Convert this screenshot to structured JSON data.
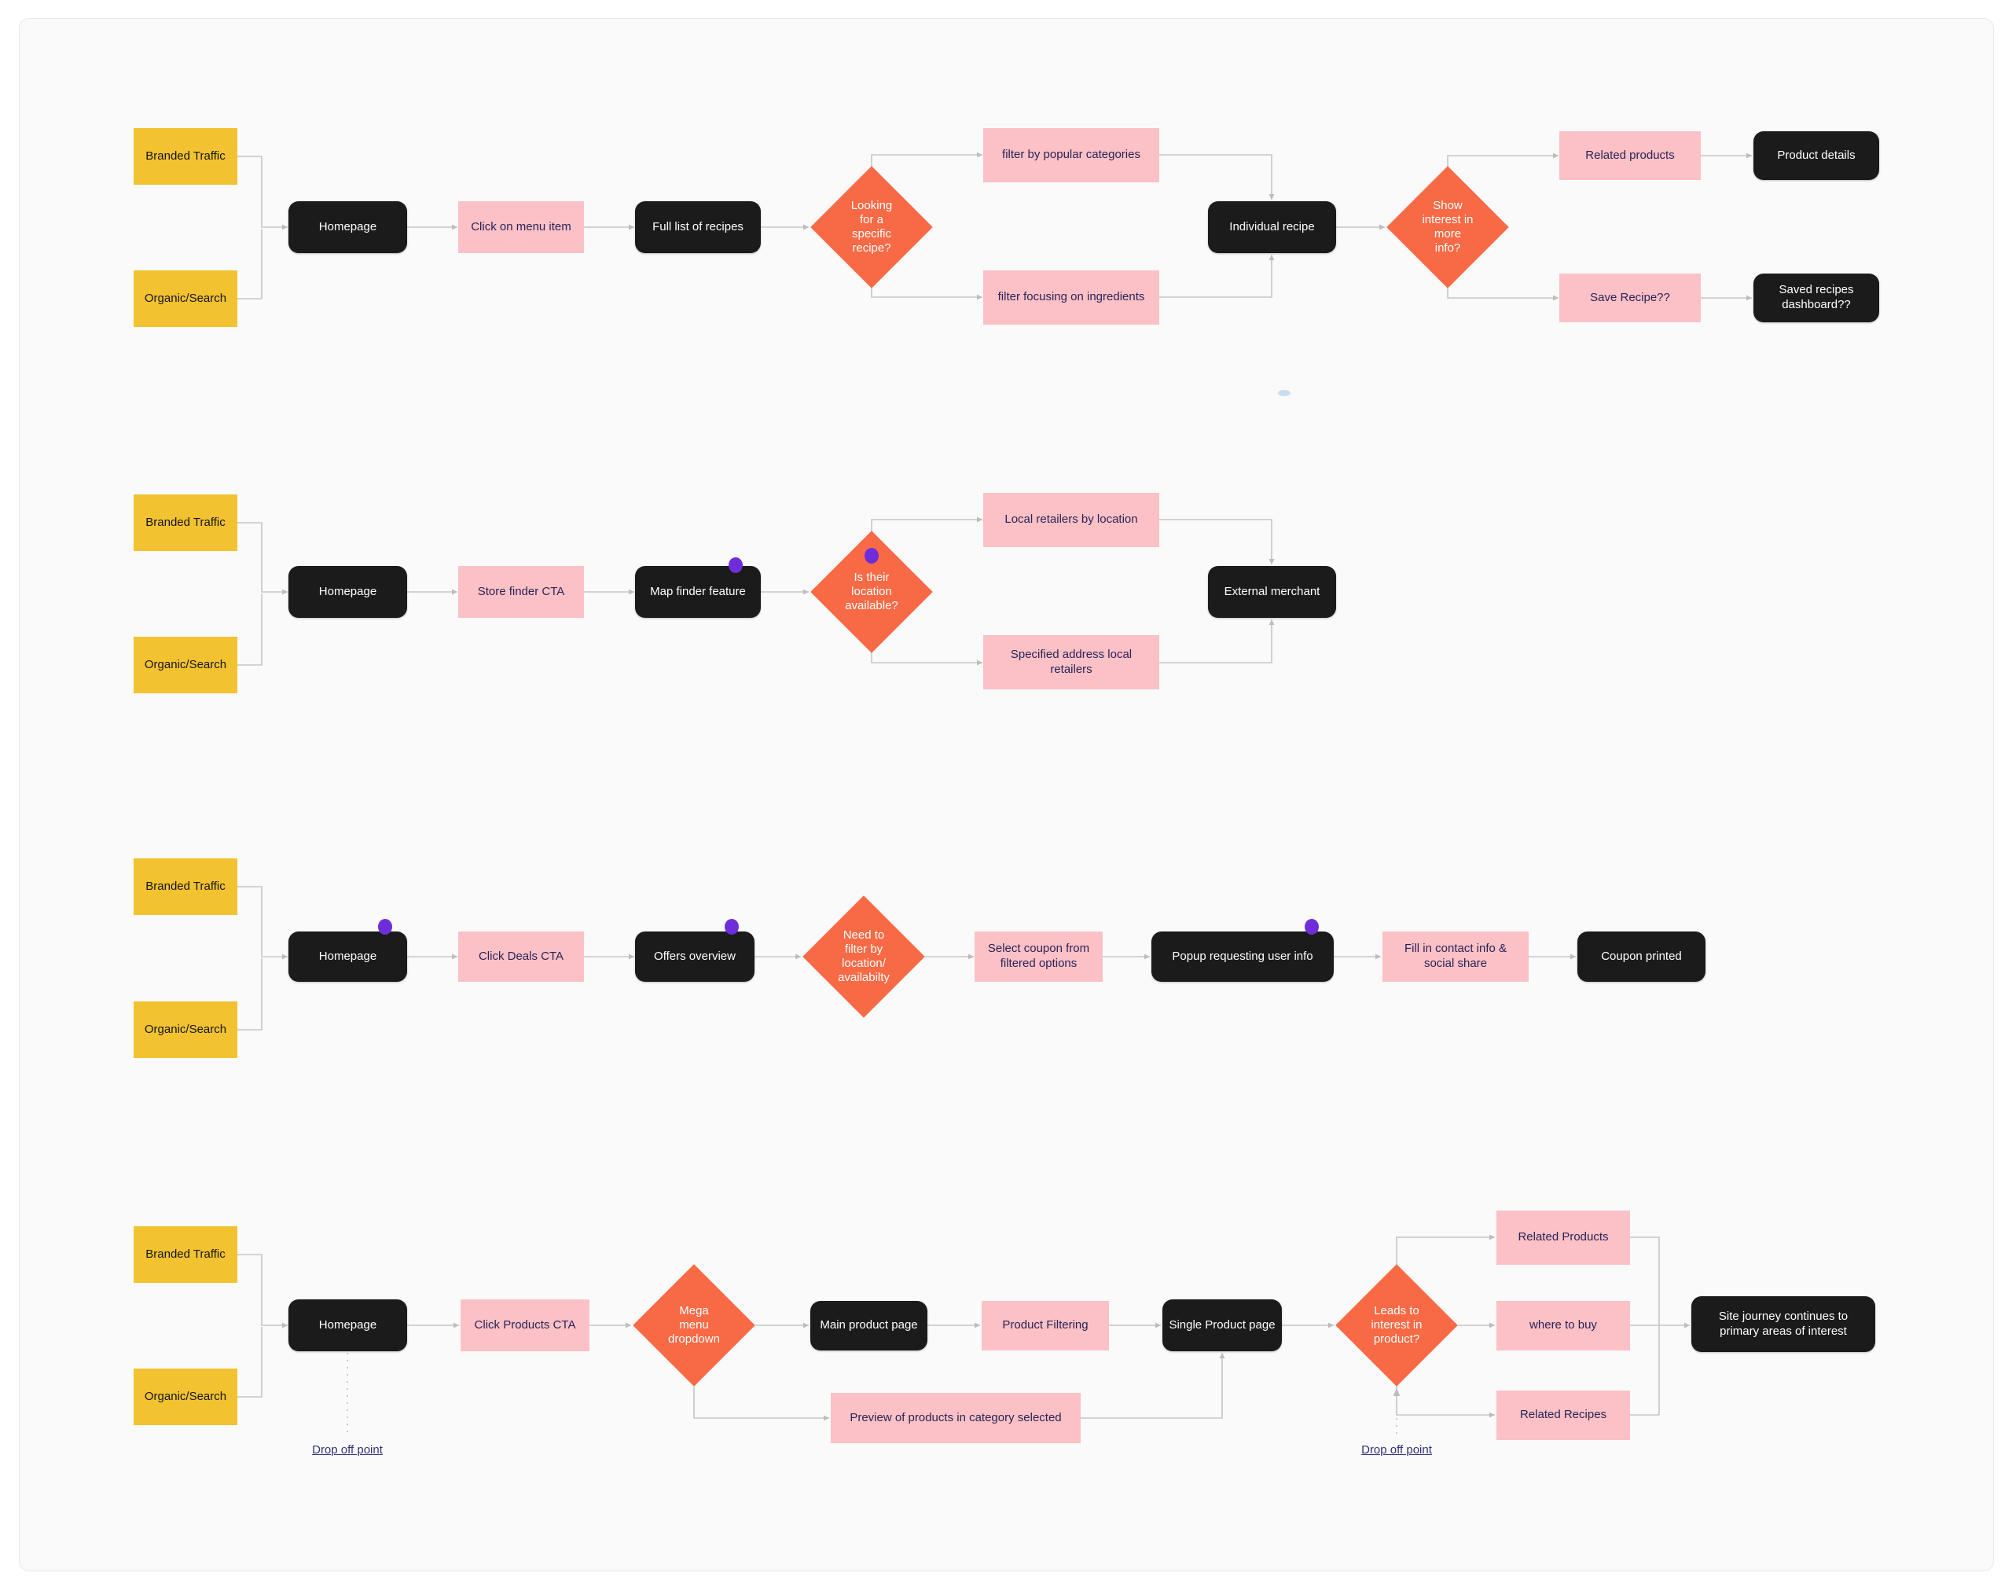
{
  "canvas": {
    "bg": "#ffffff",
    "card_bg": "#fafafa",
    "card_border": "#e9e9e9"
  },
  "colors": {
    "yellow": "#F2C230",
    "pink": "#FBC1C6",
    "orange": "#F86A45",
    "node_black": "#1B1B1B",
    "text_dark": "#2A2356",
    "line": "#C6C6C6",
    "purple": "#6F2DDA",
    "link_navy": "#31317C"
  },
  "nodes": {
    "r1_branded": "Branded Traffic",
    "r1_organic": "Organic/Search",
    "r1_homepage": "Homepage",
    "r1_click_menu": "Click on menu item",
    "r1_full_list": "Full list of recipes",
    "r1_d_specific": "Looking\nfor a\nspecific\nrecipe?",
    "r1_filter_popular": "filter by popular categories",
    "r1_filter_ingredients": "filter focusing on ingredients",
    "r1_individual": "Individual recipe",
    "r1_d_interest": "Show\ninterest in\nmore\ninfo?",
    "r1_related": "Related products",
    "r1_product_details": "Product details",
    "r1_save": "Save Recipe??",
    "r1_saved_dash": "Saved recipes dashboard??",
    "r2_branded": "Branded Traffic",
    "r2_organic": "Organic/Search",
    "r2_homepage": "Homepage",
    "r2_store_finder": "Store finder CTA",
    "r2_map_finder": "Map finder feature",
    "r2_d_location": "Is their\nlocation\navailable?",
    "r2_local_retailers": "Local retailers by location",
    "r2_specified": "Specified address local retailers",
    "r2_external": "External merchant",
    "r3_branded": "Branded Traffic",
    "r3_organic": "Organic/Search",
    "r3_homepage": "Homepage",
    "r3_click_deals": "Click Deals CTA",
    "r3_offers": "Offers overview",
    "r3_d_filter": "Need to\nfilter by\nlocation/\navailabilty",
    "r3_select_coupon": "Select coupon from filtered options",
    "r3_popup": "Popup requesting user info",
    "r3_fill_contact": "Fill in contact info & social share",
    "r3_coupon_printed": "Coupon printed",
    "r4_branded": "Branded Traffic",
    "r4_organic": "Organic/Search",
    "r4_homepage": "Homepage",
    "r4_click_products": "Click Products CTA",
    "r4_d_mega": "Mega\nmenu\ndropdown",
    "r4_main_product": "Main product page",
    "r4_filtering": "Product Filtering",
    "r4_single_product": "Single Product page",
    "r4_d_leads": "Leads to\ninterest in\nproduct?",
    "r4_related_products": "Related Products",
    "r4_where_to_buy": "where to buy",
    "r4_related_recipes": "Related Recipes",
    "r4_site_journey": "Site journey continues to primary areas of interest",
    "r4_preview": "Preview of products in category selected"
  },
  "annotations": {
    "drop_off_1": "Drop off point",
    "drop_off_2": "Drop off point"
  }
}
